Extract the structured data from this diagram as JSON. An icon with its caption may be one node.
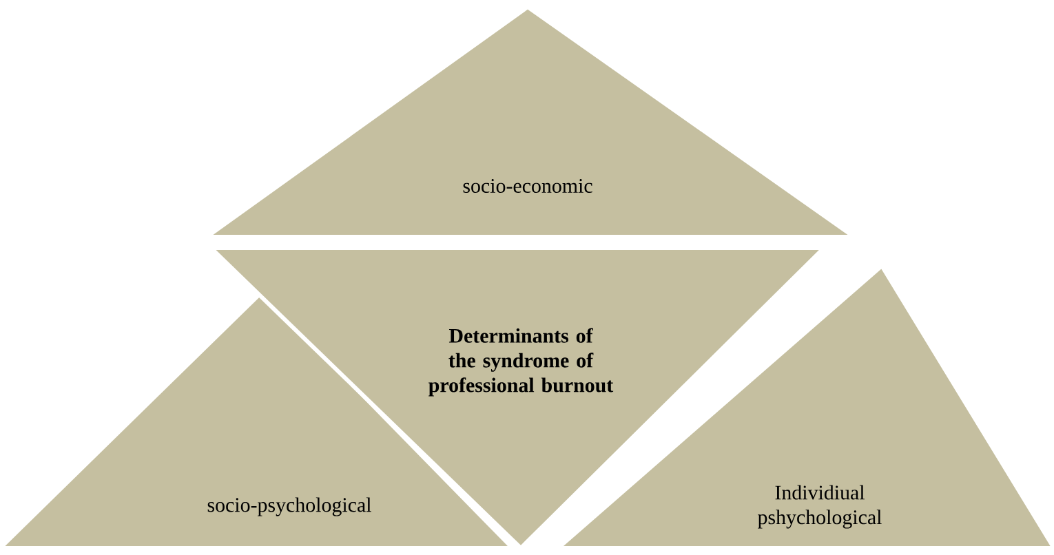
{
  "diagram": {
    "nodes": [
      {
        "text": [
          "socio-economic"
        ]
      },
      {
        "text": [
          "Determinants of the syndrome of professional burnout"
        ]
      },
      {
        "text": [
          "socio-psychological"
        ]
      },
      {
        "text": [
          "Individiual pshychological"
        ]
      }
    ]
  }
}
